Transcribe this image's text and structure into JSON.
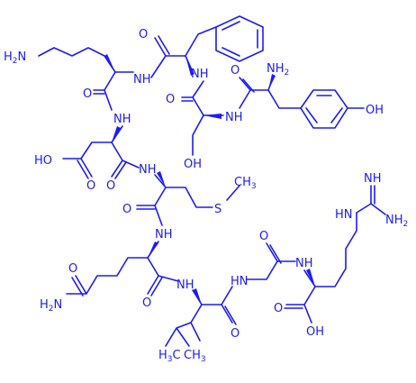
{
  "labels": {
    "nh2": "NH",
    "h2n": "H",
    "h2n_n": "N",
    "n2": "2",
    "nh": "NH",
    "hn": "HN",
    "h": "H",
    "n": "N",
    "o": "O",
    "oh": "OH",
    "ho": "HO",
    "s": "S",
    "ch3": "CH",
    "c3": "3"
  }
}
